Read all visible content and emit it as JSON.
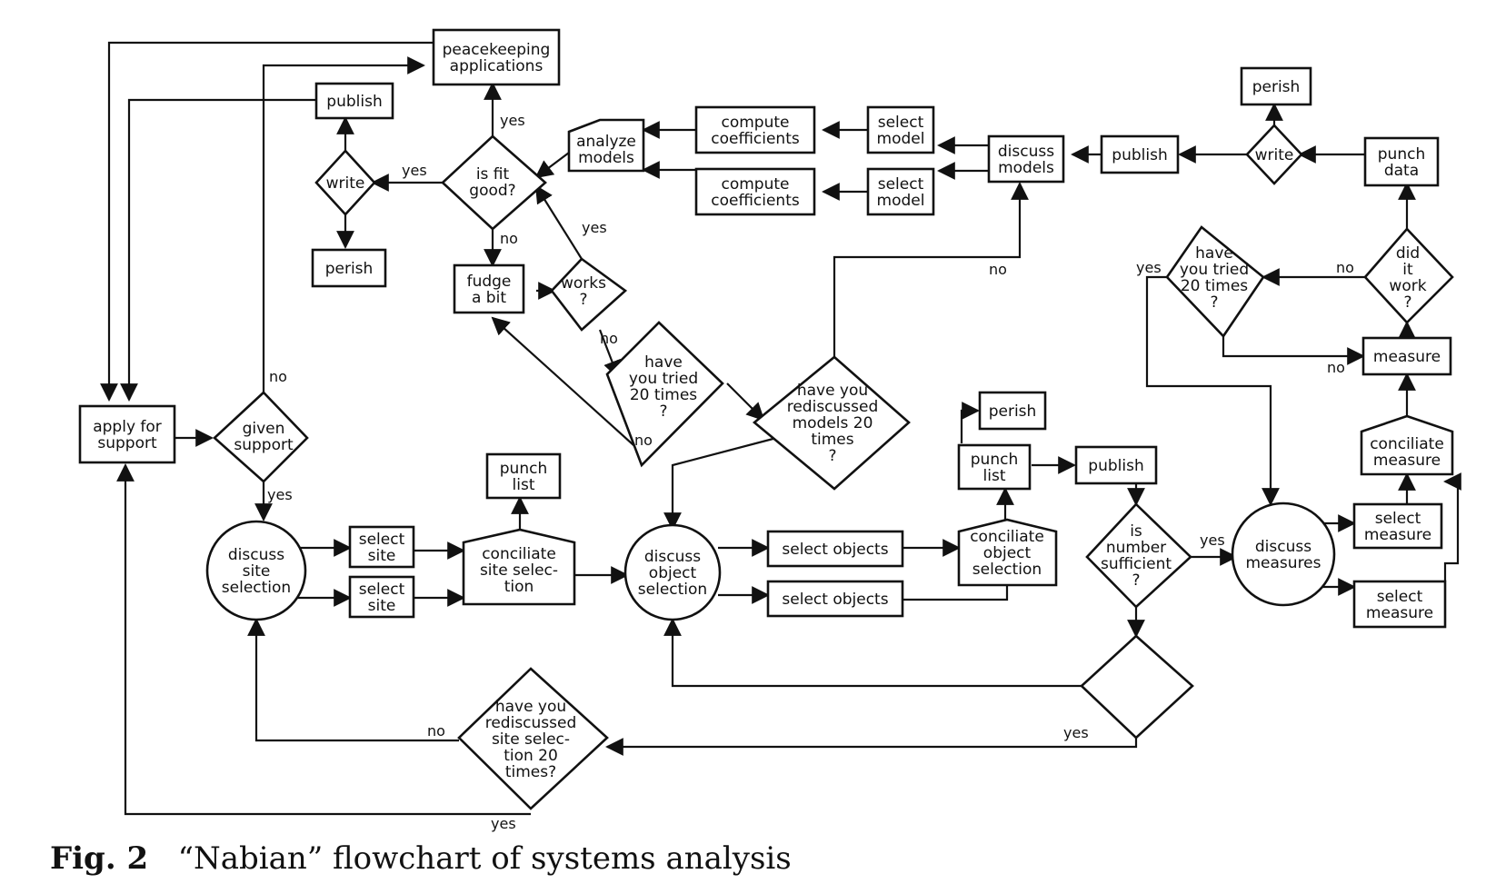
{
  "caption": {
    "label": "Fig. 2",
    "title": "“Nabian” flowchart of systems analysis"
  },
  "nodes": {
    "peacekeeping": [
      "peacekeeping",
      "applications"
    ],
    "publish_top": [
      "publish"
    ],
    "write_left": [
      "write"
    ],
    "perish_left": [
      "perish"
    ],
    "is_fit_good": [
      "is fit",
      "good?"
    ],
    "fudge": [
      "fudge",
      "a bit"
    ],
    "works": [
      "works",
      "?"
    ],
    "tried20_mid": [
      "have",
      "you tried",
      "20 times",
      "?"
    ],
    "analyze": [
      "analyze",
      "models"
    ],
    "compute1": [
      "compute",
      "coefficients"
    ],
    "compute2": [
      "compute",
      "coefficients"
    ],
    "select_model1": [
      "select",
      "model"
    ],
    "select_model2": [
      "select",
      "model"
    ],
    "discuss_models": [
      "discuss",
      "models"
    ],
    "publish_right": [
      "publish"
    ],
    "write_right": [
      "write"
    ],
    "perish_right": [
      "perish"
    ],
    "punch_data": [
      "punch",
      "data"
    ],
    "did_it_work": [
      "did",
      "it",
      "work",
      "?"
    ],
    "tried20_right": [
      "have",
      "you tried",
      "20 times",
      "?"
    ],
    "measure": [
      "measure"
    ],
    "conciliate_measure": [
      "conciliate",
      "measure"
    ],
    "select_measure1": [
      "select",
      "measure"
    ],
    "select_measure2": [
      "select",
      "measure"
    ],
    "discuss_measures": [
      "discuss",
      "measures"
    ],
    "apply_support": [
      "apply for",
      "support"
    ],
    "given_support": [
      "given",
      "support"
    ],
    "discuss_site": [
      "discuss",
      "site",
      "selection"
    ],
    "select_site1": [
      "select",
      "site"
    ],
    "select_site2": [
      "select",
      "site"
    ],
    "conciliate_site": [
      "conciliate",
      "site selec-",
      "tion"
    ],
    "punch_list_left": [
      "punch",
      "list"
    ],
    "rediscussed_models": [
      "have you",
      "rediscussed",
      "models 20",
      "times",
      "?"
    ],
    "discuss_object": [
      "discuss",
      "object",
      "selection"
    ],
    "select_objects1": [
      "select objects"
    ],
    "select_objects2": [
      "select objects"
    ],
    "conciliate_object": [
      "conciliate",
      "object",
      "selection"
    ],
    "punch_list_right": [
      "punch",
      "list"
    ],
    "perish_mid": [
      "perish"
    ],
    "publish_mid": [
      "publish"
    ],
    "is_number_sufficient": [
      "is",
      "number",
      "sufficient",
      "?"
    ],
    "rediscussed_site": [
      "have you",
      "rediscussed",
      "site selec-",
      "tion 20",
      "times?"
    ]
  },
  "edge_labels": {
    "yes_fit": "yes",
    "yes_write": "yes",
    "no_fit": "no",
    "yes_works": "yes",
    "no_works": "no",
    "no_tried_mid": "no",
    "no_models": "no",
    "no_given": "no",
    "yes_given": "yes",
    "yes_tried_right": "yes",
    "no_did": "no",
    "no_measure": "no",
    "yes_number": "yes",
    "yes_bottom": "yes",
    "no_site": "no",
    "yes_site": "yes"
  }
}
